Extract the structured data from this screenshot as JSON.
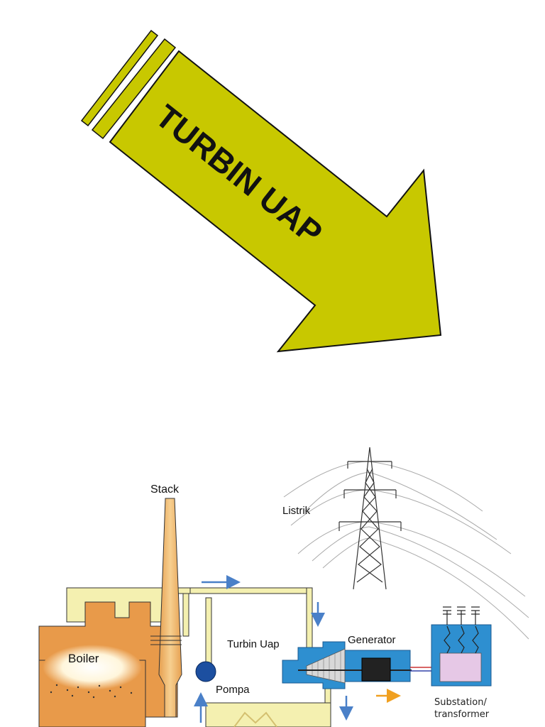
{
  "arrow": {
    "title": "TURBIN UAP",
    "fill": "#c8c800",
    "stroke": "#111111"
  },
  "diagram": {
    "labels": {
      "stack": "Stack",
      "listrik": "Listrik",
      "turbin": "Turbin Uap",
      "generator": "Generator",
      "boiler": "Boiler",
      "pompa": "Pompa",
      "substation_line1": "Substation/",
      "substation_line2": "transformer"
    },
    "colors": {
      "boiler": "#e89a4a",
      "stack": "#f0b870",
      "pipe": "#f4f0b0",
      "turbine": "#2e8fd0",
      "substation": "#2e8fd0",
      "arrow_flow": "#4a80c8",
      "arrow_power": "#f0a020"
    }
  }
}
